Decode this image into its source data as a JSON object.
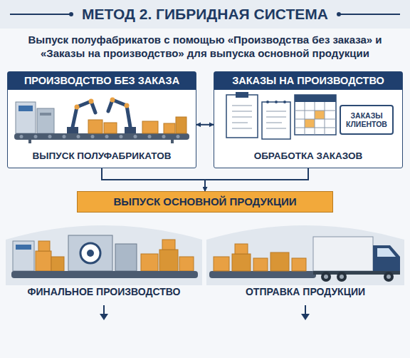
{
  "diagram": {
    "title": "МЕТОД 2. ГИБРИДНАЯ СИСТЕМА",
    "nodes": [
      {
        "text": [
          "ПРОИЗВОДСТВО БЕЗ ЗАКАЗА",
          "ВЫПУСК ПОЛУФАБРИКАТОВ"
        ]
      },
      {
        "text": [
          "ЗАКАЗЫ НА ПРОИЗВОДСТВО",
          "ОБРАБОТКА ЗАКАЗОВ"
        ]
      },
      {
        "text": [
          "ВЫПУСК ОСНОВНОЙ ПРОДУКЦИИ"
        ]
      },
      {
        "text": [
          "ФИНАЛЬНОЕ ПРОИЗВОДСТВО"
        ]
      },
      {
        "text": [
          "ОТПРАВКА ПРОДУКЦИИ"
        ]
      }
    ],
    "edges": [
      {
        "from": 0,
        "to": 1,
        "arrow": "both"
      },
      {
        "from": 0,
        "to": 2,
        "arrow": "to"
      },
      {
        "from": 1,
        "to": 2,
        "arrow": "to"
      }
    ],
    "labels": [
      "Выпуск полуфабрикатов с помощью «Производства без заказа» и «Заказы на производство» для выпуска основной продукции",
      "ЗАКАЗЫ КЛИЕНТОВ"
    ]
  }
}
